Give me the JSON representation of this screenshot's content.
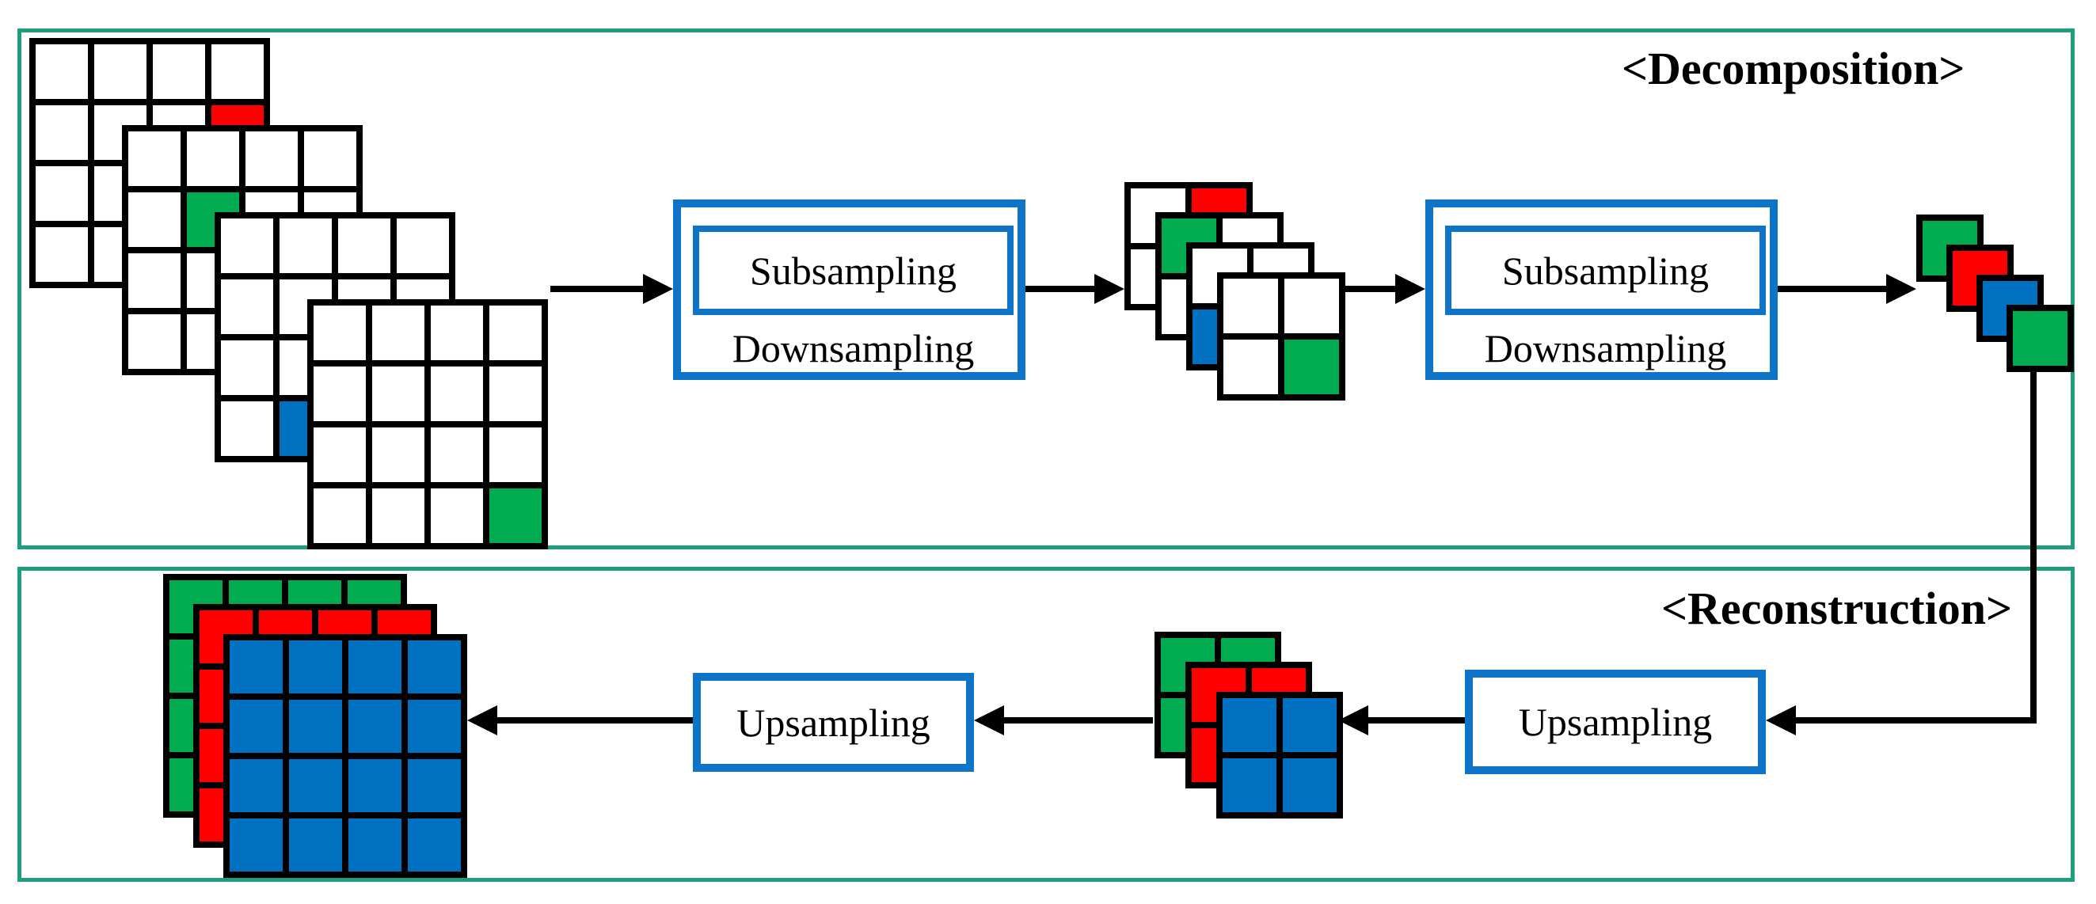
{
  "panels": {
    "decomposition": {
      "label": "<Decomposition>"
    },
    "reconstruction": {
      "label": "<Reconstruction>"
    }
  },
  "process_boxes": {
    "subsampling_1": {
      "primary": "Subsampling",
      "secondary": "Downsampling"
    },
    "subsampling_2": {
      "primary": "Subsampling",
      "secondary": "Downsampling"
    },
    "upsampling_right": {
      "label": "Upsampling"
    },
    "upsampling_left": {
      "label": "Upsampling"
    }
  },
  "colors": {
    "red": "#FF0000",
    "green": "#00AC4F",
    "blue": "#0070C0",
    "panel_border": "#1F9D7D",
    "box_border": "#0E74C8",
    "grid_line": "#000000",
    "background": "#FFFFFF"
  },
  "stacks": {
    "decomposition_input": {
      "rows": 4,
      "cols": 4,
      "layers": [
        {
          "fill": "white",
          "highlights": [
            {
              "row": 2,
              "col": 4,
              "color": "red"
            }
          ]
        },
        {
          "fill": "white",
          "highlights": [
            {
              "row": 2,
              "col": 2,
              "color": "green"
            }
          ]
        },
        {
          "fill": "white",
          "highlights": [
            {
              "row": 4,
              "col": 2,
              "color": "blue"
            }
          ]
        },
        {
          "fill": "white",
          "highlights": [
            {
              "row": 4,
              "col": 4,
              "color": "green"
            }
          ]
        }
      ]
    },
    "decomposition_level1": {
      "rows": 2,
      "cols": 2,
      "layers": [
        {
          "fill": "white",
          "highlights": [
            {
              "row": 1,
              "col": 2,
              "color": "red"
            }
          ]
        },
        {
          "fill": "white",
          "highlights": [
            {
              "row": 1,
              "col": 1,
              "color": "green"
            }
          ]
        },
        {
          "fill": "white",
          "highlights": [
            {
              "row": 2,
              "col": 1,
              "color": "blue"
            }
          ]
        },
        {
          "fill": "white",
          "highlights": [
            {
              "row": 2,
              "col": 2,
              "color": "green"
            }
          ]
        }
      ]
    },
    "decomposition_level2": {
      "rows": 1,
      "cols": 1,
      "layers": [
        {
          "fill": "green",
          "highlights": []
        },
        {
          "fill": "red",
          "highlights": []
        },
        {
          "fill": "blue",
          "highlights": []
        },
        {
          "fill": "green",
          "highlights": []
        }
      ]
    },
    "reconstruction_level1": {
      "rows": 2,
      "cols": 2,
      "layers": [
        {
          "fill": "green",
          "highlights": []
        },
        {
          "fill": "red",
          "highlights": []
        },
        {
          "fill": "blue",
          "highlights": []
        }
      ]
    },
    "reconstruction_output": {
      "rows": 4,
      "cols": 4,
      "layers": [
        {
          "fill": "green",
          "highlights": []
        },
        {
          "fill": "red",
          "highlights": []
        },
        {
          "fill": "blue",
          "highlights": []
        }
      ]
    }
  }
}
